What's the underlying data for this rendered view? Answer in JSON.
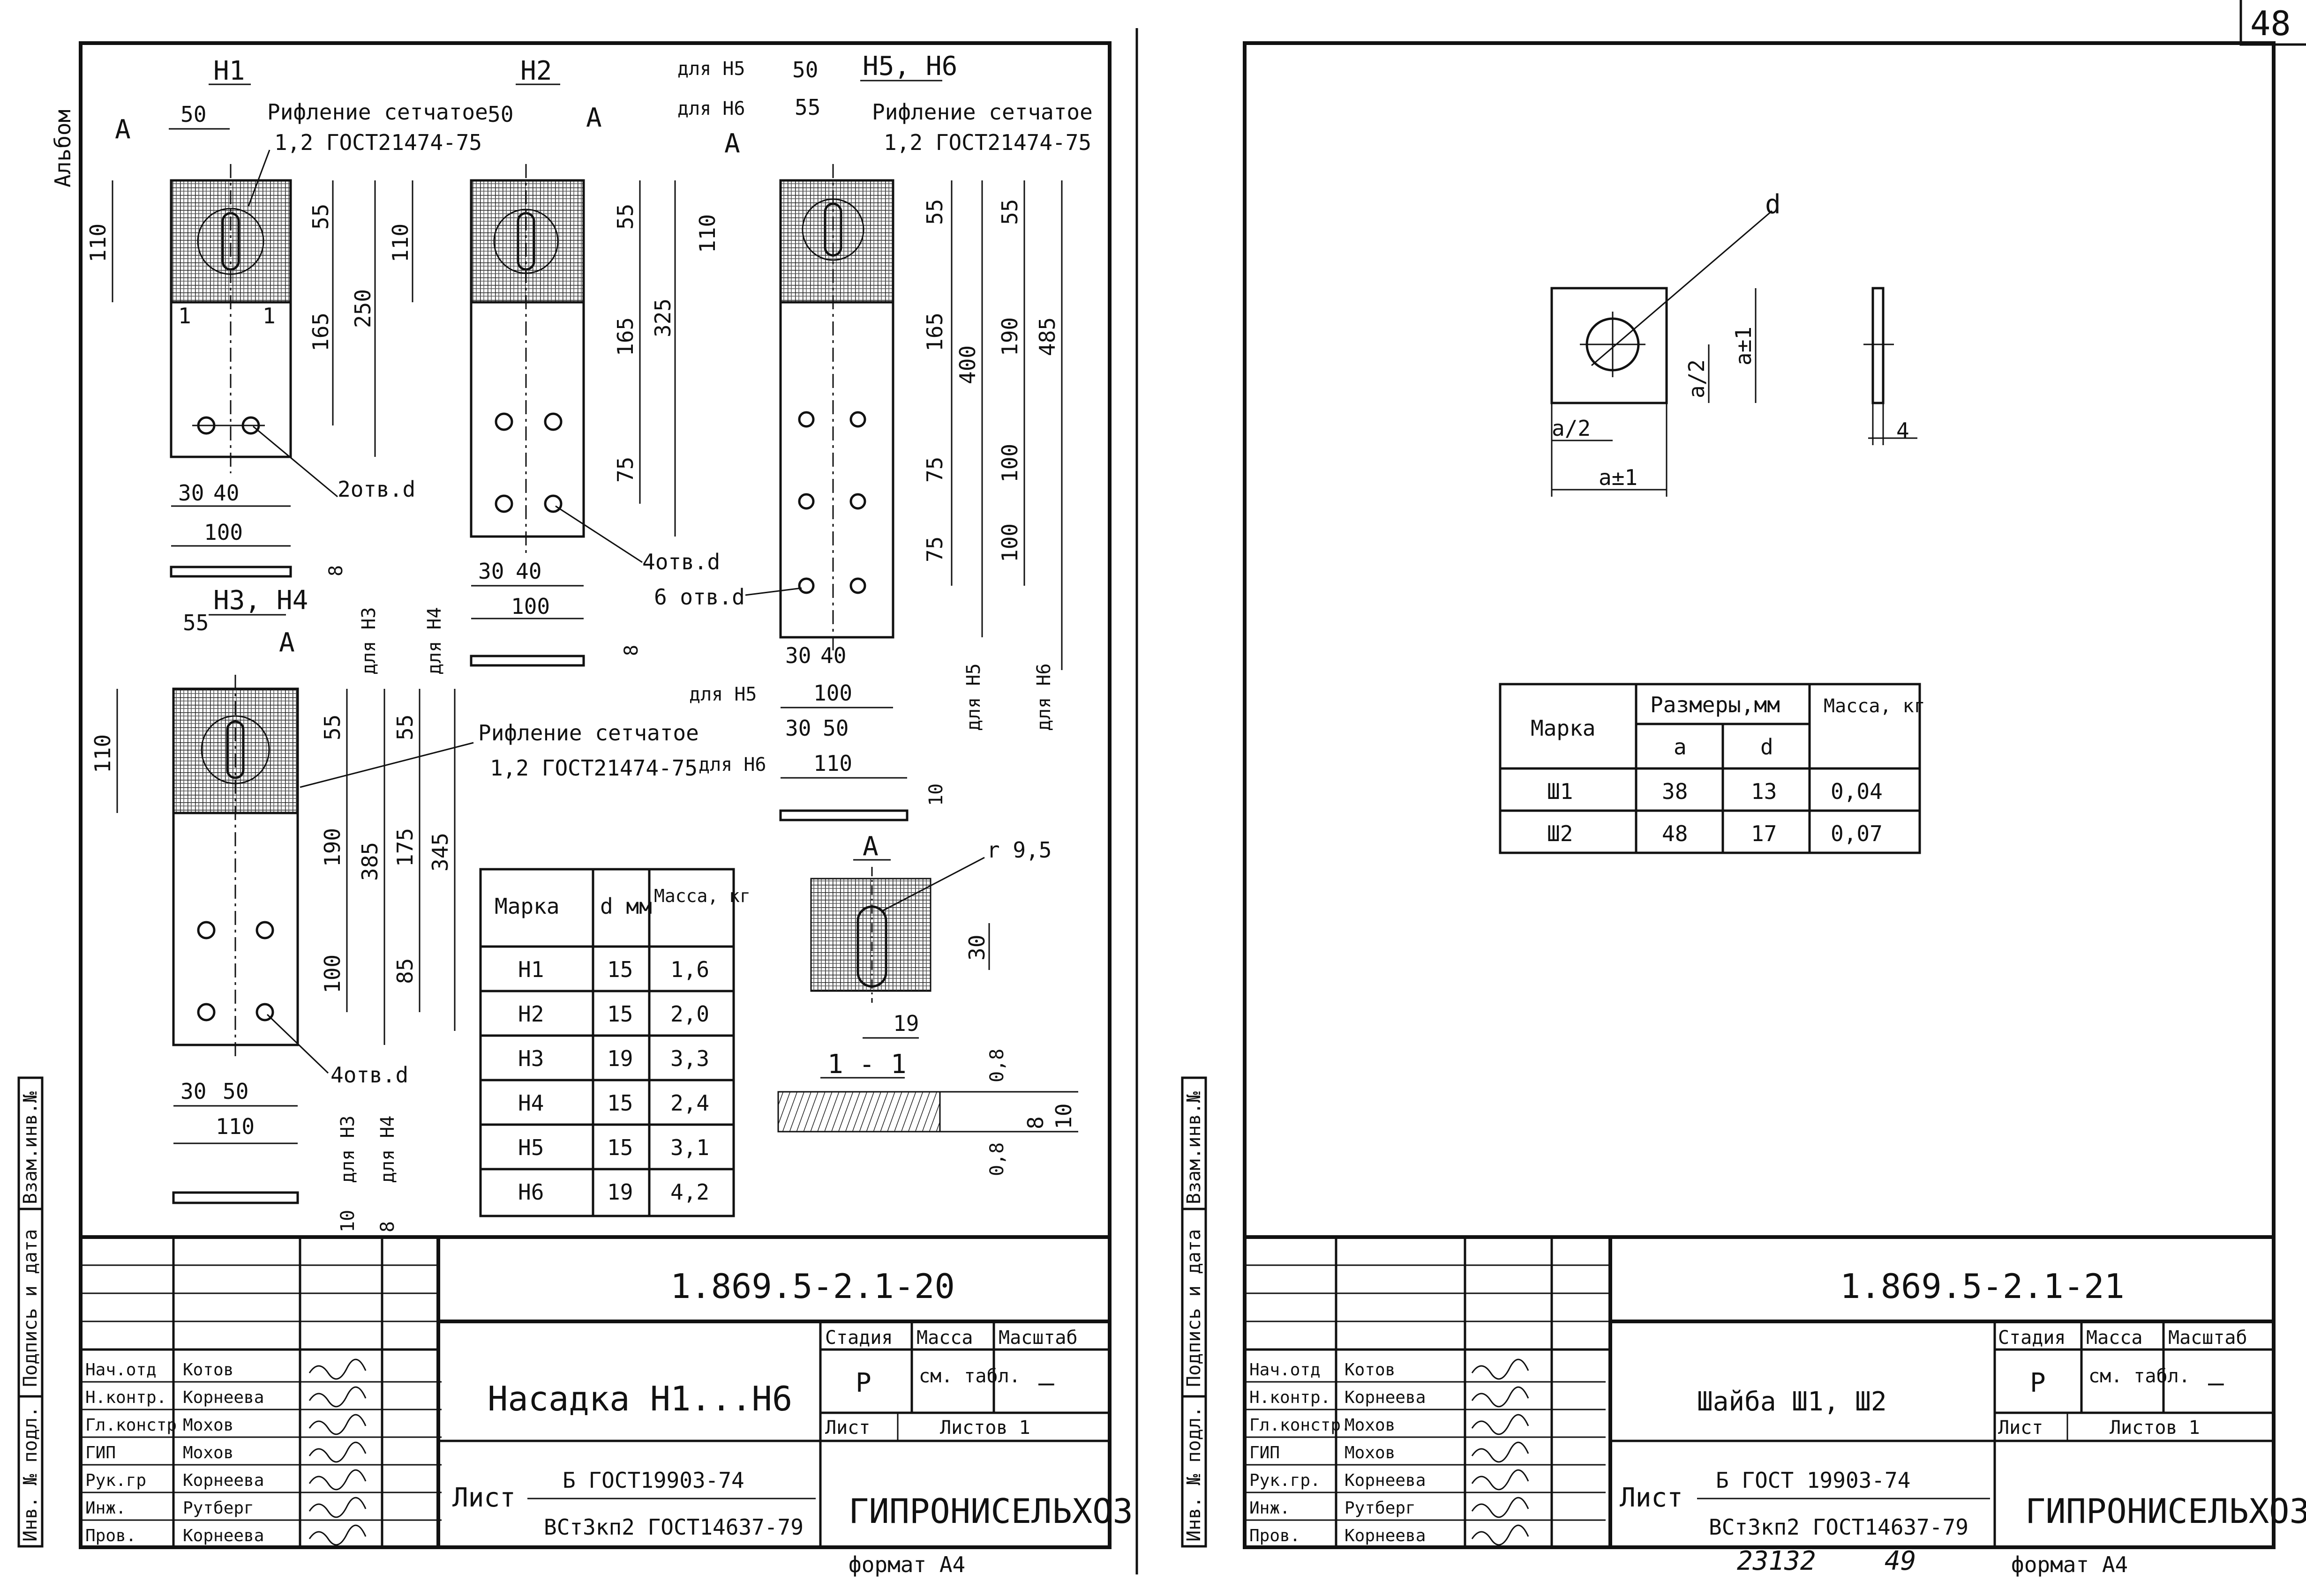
{
  "page_number": "48",
  "left_sheet": {
    "album_label": "Альбом",
    "designations": {
      "n1": "Н1",
      "n2": "Н2",
      "n3n4": "Н3, Н4",
      "n5n6": "Н5, Н6",
      "for_n5": "для Н5",
      "for_n6": "для Н6",
      "for_n3": "для Н3",
      "for_n4": "для Н4"
    },
    "notes": {
      "ribbing": "Рифление сетчатое",
      "gost_ribbing": "1,2 ГОСТ21474-75",
      "holes_2": "2отв.d",
      "holes_4": "4отв.d",
      "holes_6": "6 отв.d",
      "label_a": "А",
      "view_a": "А",
      "section_11": "1 - 1",
      "radius": "r 9,5",
      "mark_1": "1"
    },
    "dims": {
      "d50": "50",
      "d55": "55",
      "d110": "110",
      "d165": "165",
      "d250": "250",
      "d325": "325",
      "d75": "75",
      "d400": "400",
      "d190": "190",
      "d485": "485",
      "d100": "100",
      "d30": "30",
      "d40": "40",
      "d8": "8",
      "d10": "10",
      "d385": "385",
      "d175": "175",
      "d345": "345",
      "d85": "85",
      "d19": "19",
      "d08": "0,8"
    },
    "table": {
      "headers": [
        "Марка",
        "d мм",
        "Масса, кг"
      ],
      "rows": [
        [
          "Н1",
          "15",
          "1,6"
        ],
        [
          "Н2",
          "15",
          "2,0"
        ],
        [
          "Н3",
          "19",
          "3,3"
        ],
        [
          "Н4",
          "15",
          "2,4"
        ],
        [
          "Н5",
          "15",
          "3,1"
        ],
        [
          "Н6",
          "19",
          "4,2"
        ]
      ]
    },
    "side_labels": [
      "Инв. № подл.",
      "Подпись и дата",
      "Взам.инв.№"
    ],
    "title_block": {
      "doc_number": "1.869.5-2.1-20",
      "title": "Насадка Н1...Н6",
      "stage_label": "Стадия",
      "mass_label": "Масса",
      "scale_label": "Масштаб",
      "stage": "Р",
      "mass": "см. табл.",
      "scale": "—",
      "sheet_label": "Лист",
      "sheets_label": "Листов 1",
      "material_top": "Б ГОСТ19903-74",
      "material_bottom": "ВСт3кп2 ГОСТ14637-79",
      "material_prefix": "Лист",
      "org": "ГИПРОНИСЕЛЬХОЗ",
      "roles": [
        {
          "role": "Нач.отд",
          "name": "Котов"
        },
        {
          "role": "Н.контр.",
          "name": "Корнеева"
        },
        {
          "role": "Гл.констр",
          "name": "Мохов"
        },
        {
          "role": "ГИП",
          "name": "Мохов"
        },
        {
          "role": "Рук.гр",
          "name": "Корнеева"
        },
        {
          "role": "Инж.",
          "name": "Рутберг"
        },
        {
          "role": "Пров.",
          "name": "Корнеева"
        }
      ]
    },
    "format": "формат А4"
  },
  "right_sheet": {
    "dims": {
      "a_pm1": "a±1",
      "a_half": "a/2",
      "d": "d",
      "t4": "4"
    },
    "table": {
      "headers": [
        "Марка",
        "Размеры,мм",
        "Масса, кг"
      ],
      "subheaders": [
        "a",
        "d"
      ],
      "rows": [
        [
          "Ш1",
          "38",
          "13",
          "0,04"
        ],
        [
          "Ш2",
          "48",
          "17",
          "0,07"
        ]
      ]
    },
    "side_labels": [
      "Инв. № подл.",
      "Подпись и дата",
      "Взам.инв.№"
    ],
    "title_block": {
      "doc_number": "1.869.5-2.1-21",
      "title": "Шайба Ш1, Ш2",
      "stage_label": "Стадия",
      "mass_label": "Масса",
      "scale_label": "Масштаб",
      "stage": "Р",
      "mass": "см. табл.",
      "scale": "—",
      "sheet_label": "Лист",
      "sheets_label": "Листов 1",
      "material_top": "Б ГОСТ 19903-74",
      "material_bottom": "ВСт3кп2 ГОСТ14637-79",
      "material_prefix": "Лист",
      "org": "ГИПРОНИСЕЛЬХОЗ",
      "roles": [
        {
          "role": "Нач.отд",
          "name": "Котов"
        },
        {
          "role": "Н.контр.",
          "name": "Корнеева"
        },
        {
          "role": "Гл.констр.",
          "name": "Мохов"
        },
        {
          "role": "ГИП",
          "name": "Мохов"
        },
        {
          "role": "Рук.гр.",
          "name": "Корнеева"
        },
        {
          "role": "Инж.",
          "name": "Рутберг"
        },
        {
          "role": "Пров.",
          "name": "Корнеева"
        }
      ]
    },
    "archive_number": "23132",
    "archive_sheet": "49",
    "format": "формат А4"
  }
}
